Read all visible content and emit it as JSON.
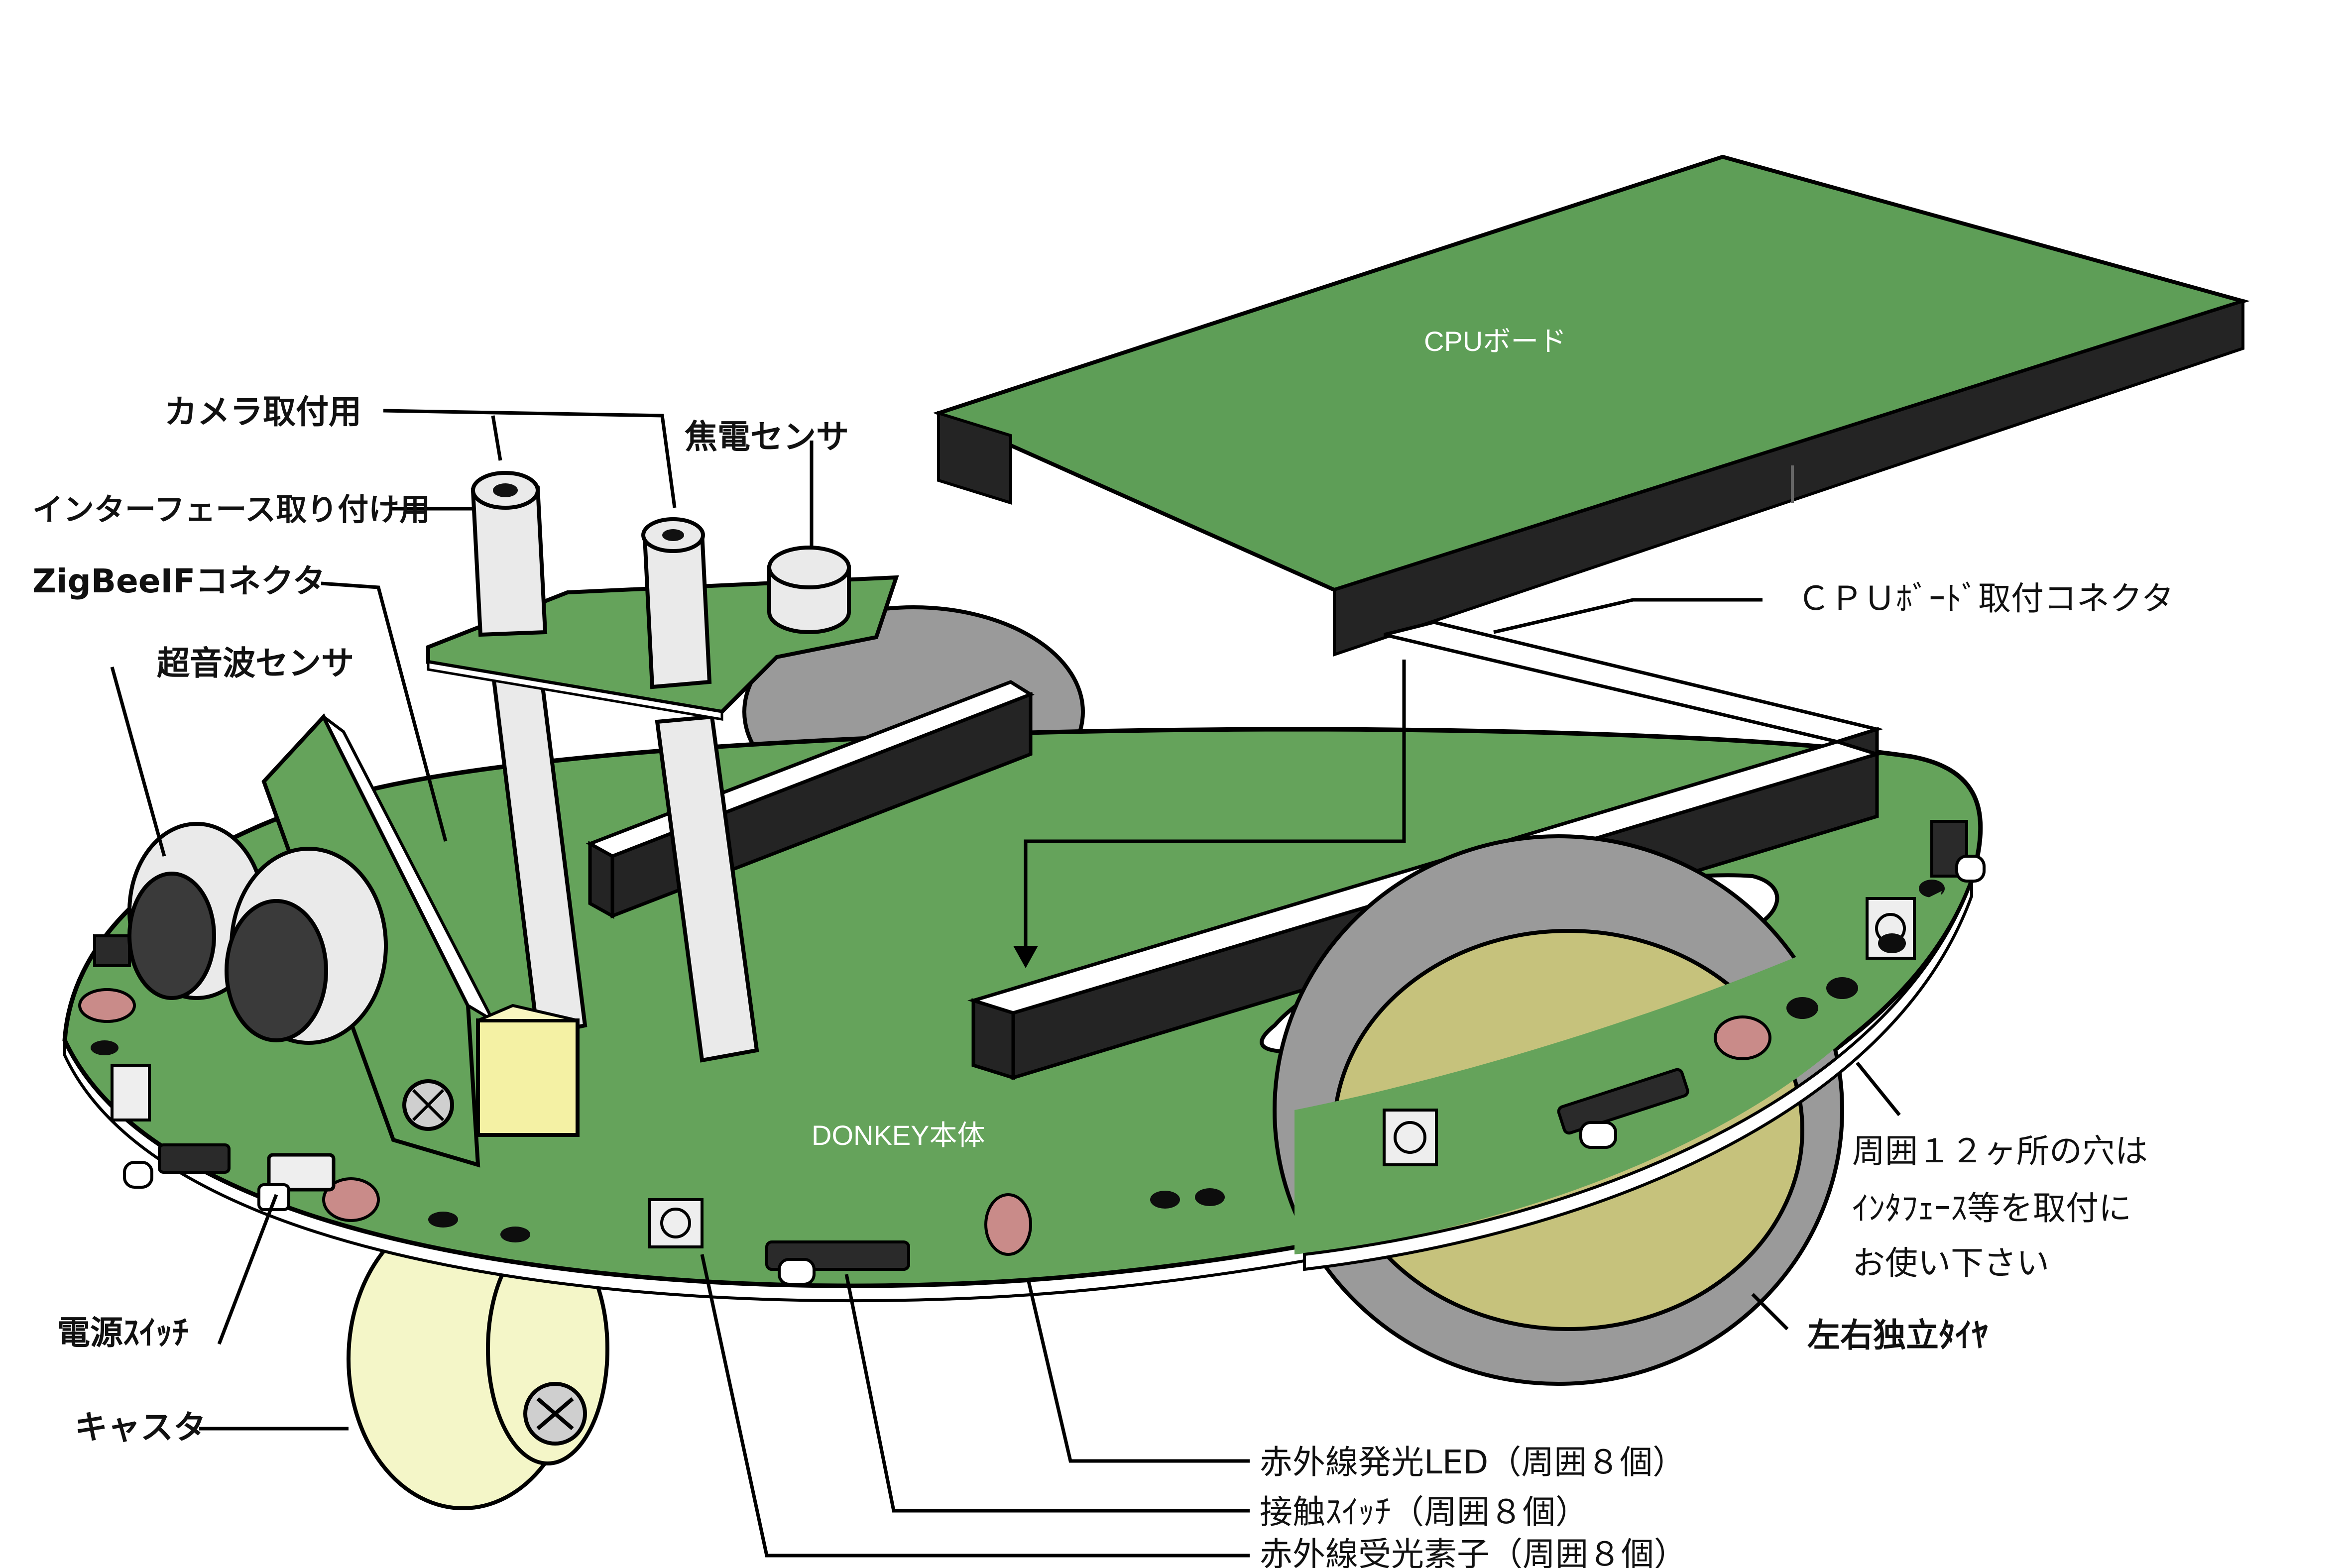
{
  "colors": {
    "board": "#65a35b",
    "cpu_board": "#5e9e57",
    "connector": "#242424",
    "tire": "#9a9a9a",
    "hub": "#c6c27c",
    "caster": "#f4f6c8",
    "post": "#eaeaea",
    "sensor_face": "#3a3a3a",
    "outline": "#000000"
  },
  "labels": {
    "camera_mount": "カメラ取付用",
    "interface_mount": "インターフェース取り付け用",
    "zigbee": "ZigBeeIFコネクタ",
    "ultrasonic": "超音波センサ",
    "pyro": "焦電センサ",
    "cpu_board": "CPUボード",
    "cpu_connector": "ＣＰＵﾎﾞｰﾄﾞ取付コネクタ",
    "body": "DONKEY本体",
    "holes_line1": "周囲１２ヶ所の穴は",
    "holes_line2": "ｲﾝﾀﾌｪｰｽ等を取付に",
    "holes_line3": "お使い下さい",
    "tires": "左右独立ﾀｲﾔ",
    "power_switch": "電源ｽｲｯﾁ",
    "caster": "キャスタ",
    "ir_led": "赤外線発光LED（周囲８個）",
    "touch_switch": "接触ｽｲｯﾁ（周囲８個）",
    "ir_receiver": "赤外線受光素子（周囲８個）"
  }
}
